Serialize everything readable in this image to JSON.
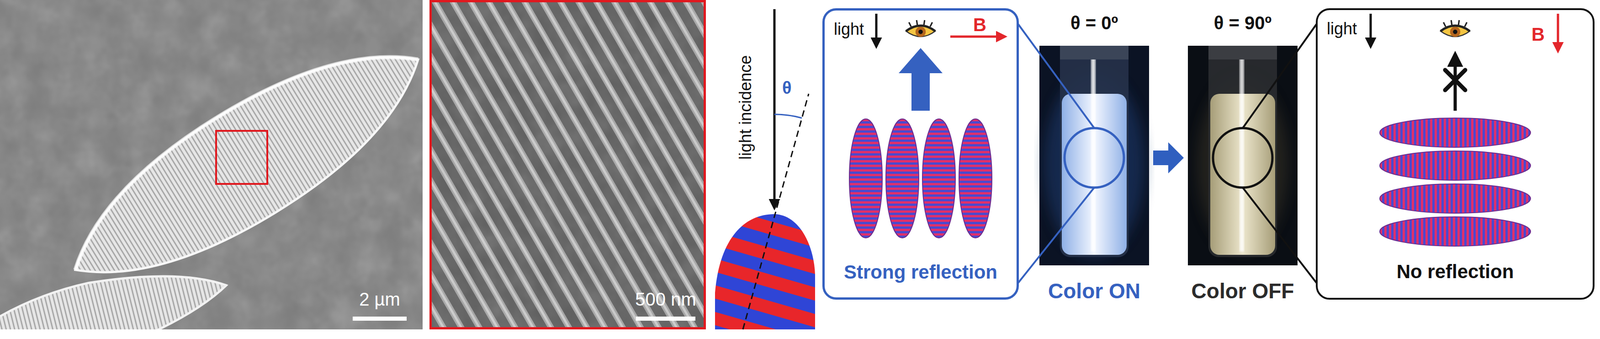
{
  "diagram": {
    "nodes": [
      {
        "text": [
          "light",
          "B",
          "Strong reflection"
        ]
      },
      {
        "text": [
          "θ = 0º",
          "Color ON"
        ]
      },
      {
        "text": [
          "θ = 90º",
          "Color OFF"
        ]
      },
      {
        "text": [
          "light",
          "B",
          "No reflection"
        ]
      }
    ],
    "edges": [
      {
        "from": 0,
        "to": 1,
        "arrow": "none"
      },
      {
        "from": 1,
        "to": 2,
        "arrow": "to"
      },
      {
        "from": 2,
        "to": 3,
        "arrow": "none"
      }
    ],
    "labels": [
      "2 µm",
      "500 nm",
      "light incidence",
      "θ"
    ]
  }
}
